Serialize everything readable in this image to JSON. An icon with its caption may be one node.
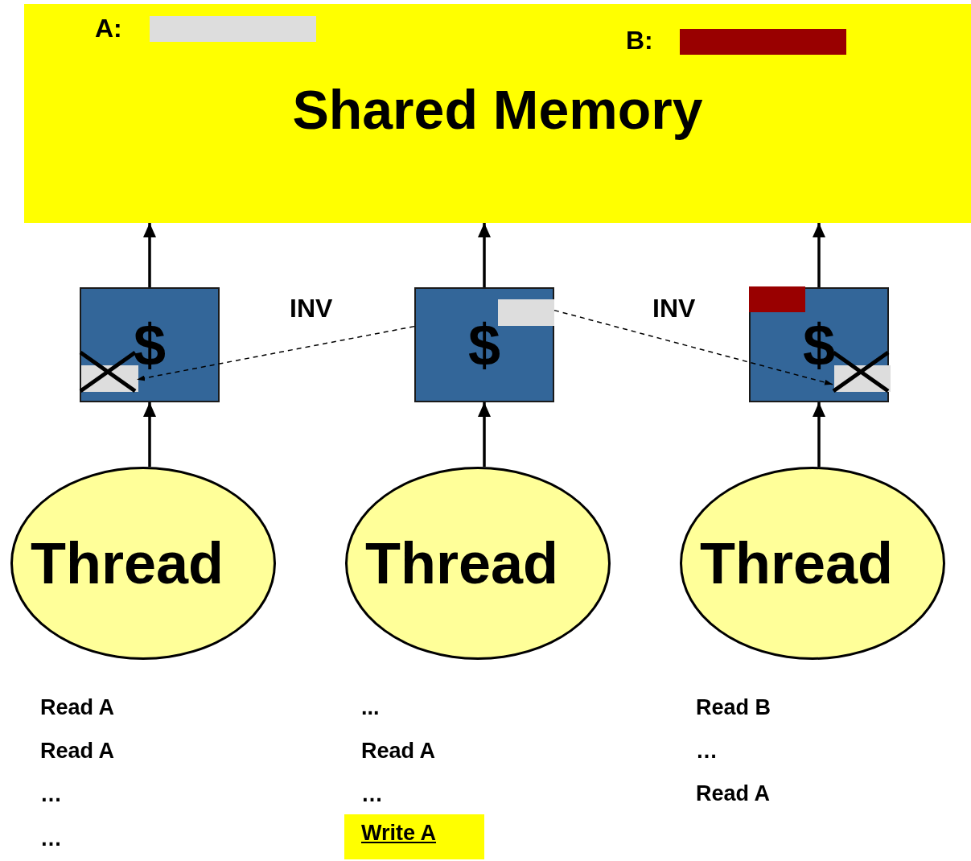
{
  "diagram": {
    "nodes": [
      {
        "text": [
          "Shared Memory"
        ]
      },
      {
        "text": [
          "$"
        ]
      },
      {
        "text": [
          "$"
        ]
      },
      {
        "text": [
          "$"
        ]
      },
      {
        "text": [
          "Thread"
        ]
      },
      {
        "text": [
          "Thread"
        ]
      },
      {
        "text": [
          "Thread"
        ]
      },
      {
        "text": [],
        "shape": "box",
        "in": 1
      },
      {
        "text": [],
        "shape": "box",
        "in": 3
      }
    ],
    "edges": [
      {
        "from": 4,
        "to": 1,
        "arrow": "to"
      },
      {
        "from": 1,
        "to": 0,
        "arrow": "to"
      },
      {
        "from": 5,
        "to": 2,
        "arrow": "to"
      },
      {
        "from": 2,
        "to": 0,
        "arrow": "to"
      },
      {
        "from": 6,
        "to": 3,
        "arrow": "to"
      },
      {
        "from": 3,
        "to": 0,
        "arrow": "to"
      },
      {
        "from": 2,
        "to": 7,
        "arrow": "to",
        "label": "INV",
        "style": "dashed"
      },
      {
        "from": 2,
        "to": 8,
        "arrow": "to",
        "label": "INV",
        "style": "dashed"
      }
    ],
    "labels": [
      "A:",
      "B:",
      "Read A",
      "Read A",
      "…",
      "…",
      "...",
      "Read A",
      "…",
      "Write A",
      "Read B",
      "…",
      "Read A"
    ]
  }
}
